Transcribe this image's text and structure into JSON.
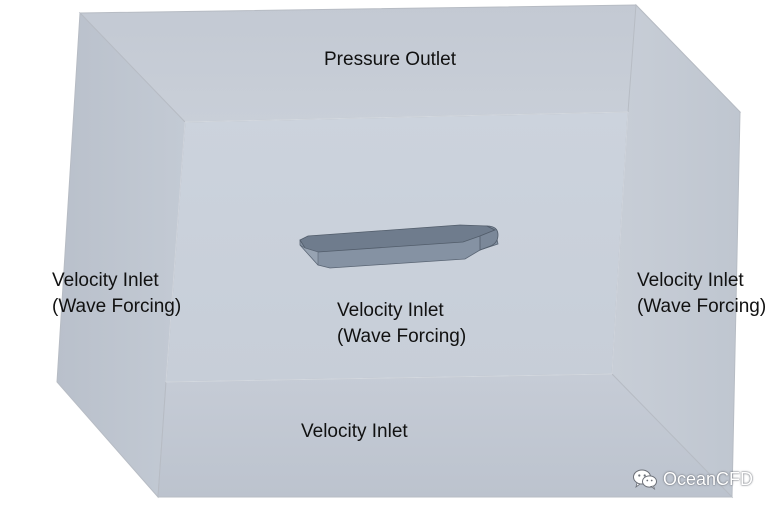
{
  "boundaries": {
    "top": "Pressure Outlet",
    "left": [
      "Velocity Inlet",
      "(Wave Forcing)"
    ],
    "center": [
      "Velocity Inlet",
      "(Wave Forcing)"
    ],
    "right": [
      "Velocity Inlet",
      "(Wave Forcing)"
    ],
    "bottom": "Velocity Inlet"
  },
  "watermark": {
    "text": "OceanCFD",
    "icon": "wechat-icon"
  },
  "colors": {
    "top_face": "#c5cbd4",
    "left_face": "#bcc3cd",
    "right_face": "#c4cad3",
    "back_face": "#cbd2dc",
    "bottom_face": "#c1c8d2",
    "edge": "#b7bcc4",
    "hull_top": "#6f7c8d",
    "hull_side": "#8592a3",
    "hull_edge": "#525d6b"
  }
}
